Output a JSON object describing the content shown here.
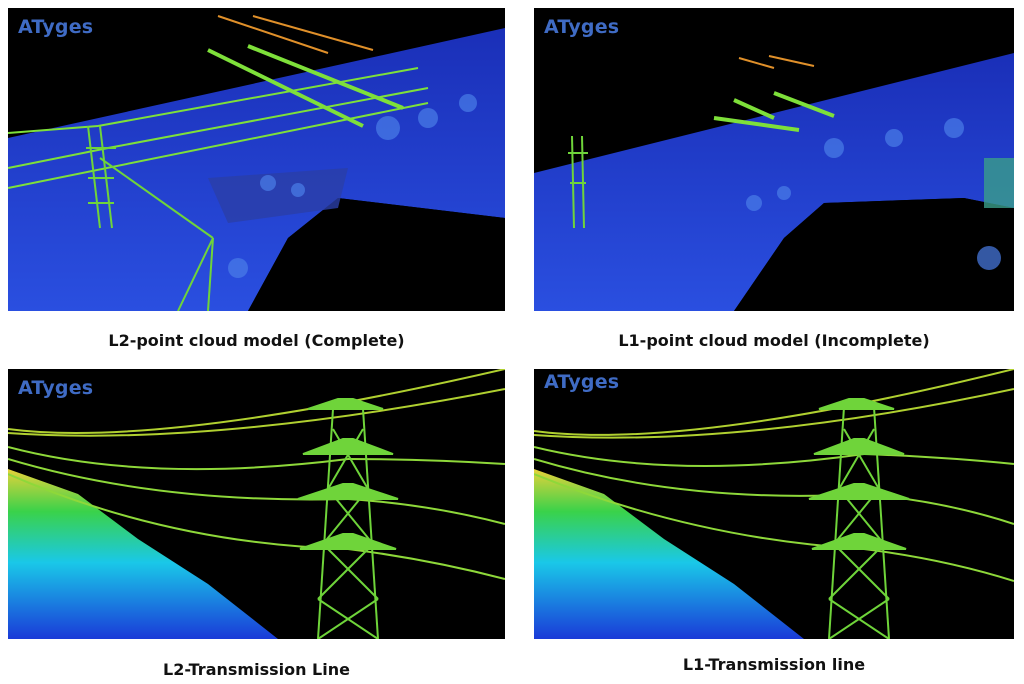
{
  "panels": [
    {
      "watermark": "ATyges",
      "caption": "L2-point cloud model (Complete)"
    },
    {
      "watermark": "ATyges",
      "caption": "L1-point cloud model (Incomplete)"
    },
    {
      "watermark": "ATyges",
      "caption": "L2-Transmission Line"
    },
    {
      "watermark": "ATyges",
      "caption": "L1-Transmission line"
    }
  ],
  "colors": {
    "ground_blue": "#1f3fd1",
    "dark_blue": "#0a1a7a",
    "line_green": "#7ee03a",
    "line_orange": "#e0902a",
    "watermark": "#3f6bc4"
  }
}
